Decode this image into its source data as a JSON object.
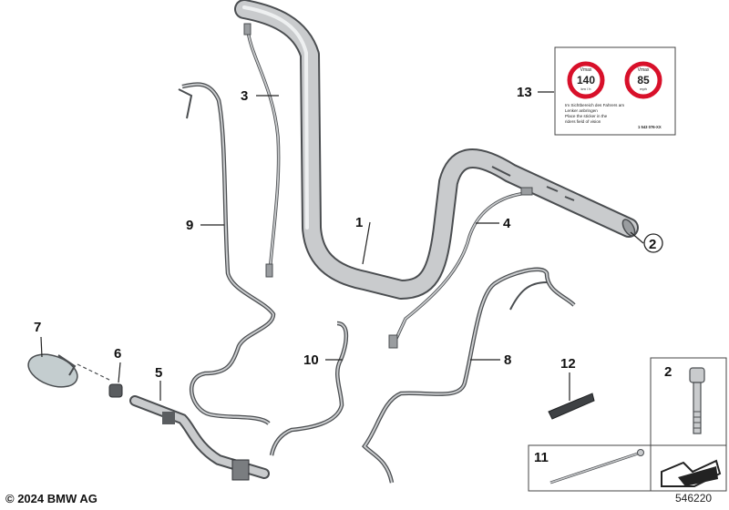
{
  "callouts": {
    "c1": "1",
    "c2": "2",
    "c3": "3",
    "c4": "4",
    "c5": "5",
    "c6": "6",
    "c7": "7",
    "c8": "8",
    "c9": "9",
    "c10": "10",
    "c11": "11",
    "c12": "12",
    "c13": "13",
    "c2_circle": "2",
    "c2_box": "2",
    "c11_box": "11"
  },
  "sticker": {
    "sign_left_top": "Vmax",
    "sign_left_value": "140",
    "sign_left_unit": "km / h",
    "sign_right_top": "Vmax",
    "sign_right_value": "85",
    "sign_right_unit": "mph",
    "line1": "Im Sichtbereich des Fahrers am",
    "line2": "Lenker anbringen",
    "line3": "Place the sticker in the",
    "line4": "riders field of vision",
    "part_no": "1 543 076-XX"
  },
  "footer": {
    "copyright": "© 2024 BMW AG",
    "diagram_no": "546220"
  },
  "colors": {
    "part_fill": "#b5b8bb",
    "part_stroke": "#4a4d50",
    "sign_ring": "#d8102a"
  }
}
